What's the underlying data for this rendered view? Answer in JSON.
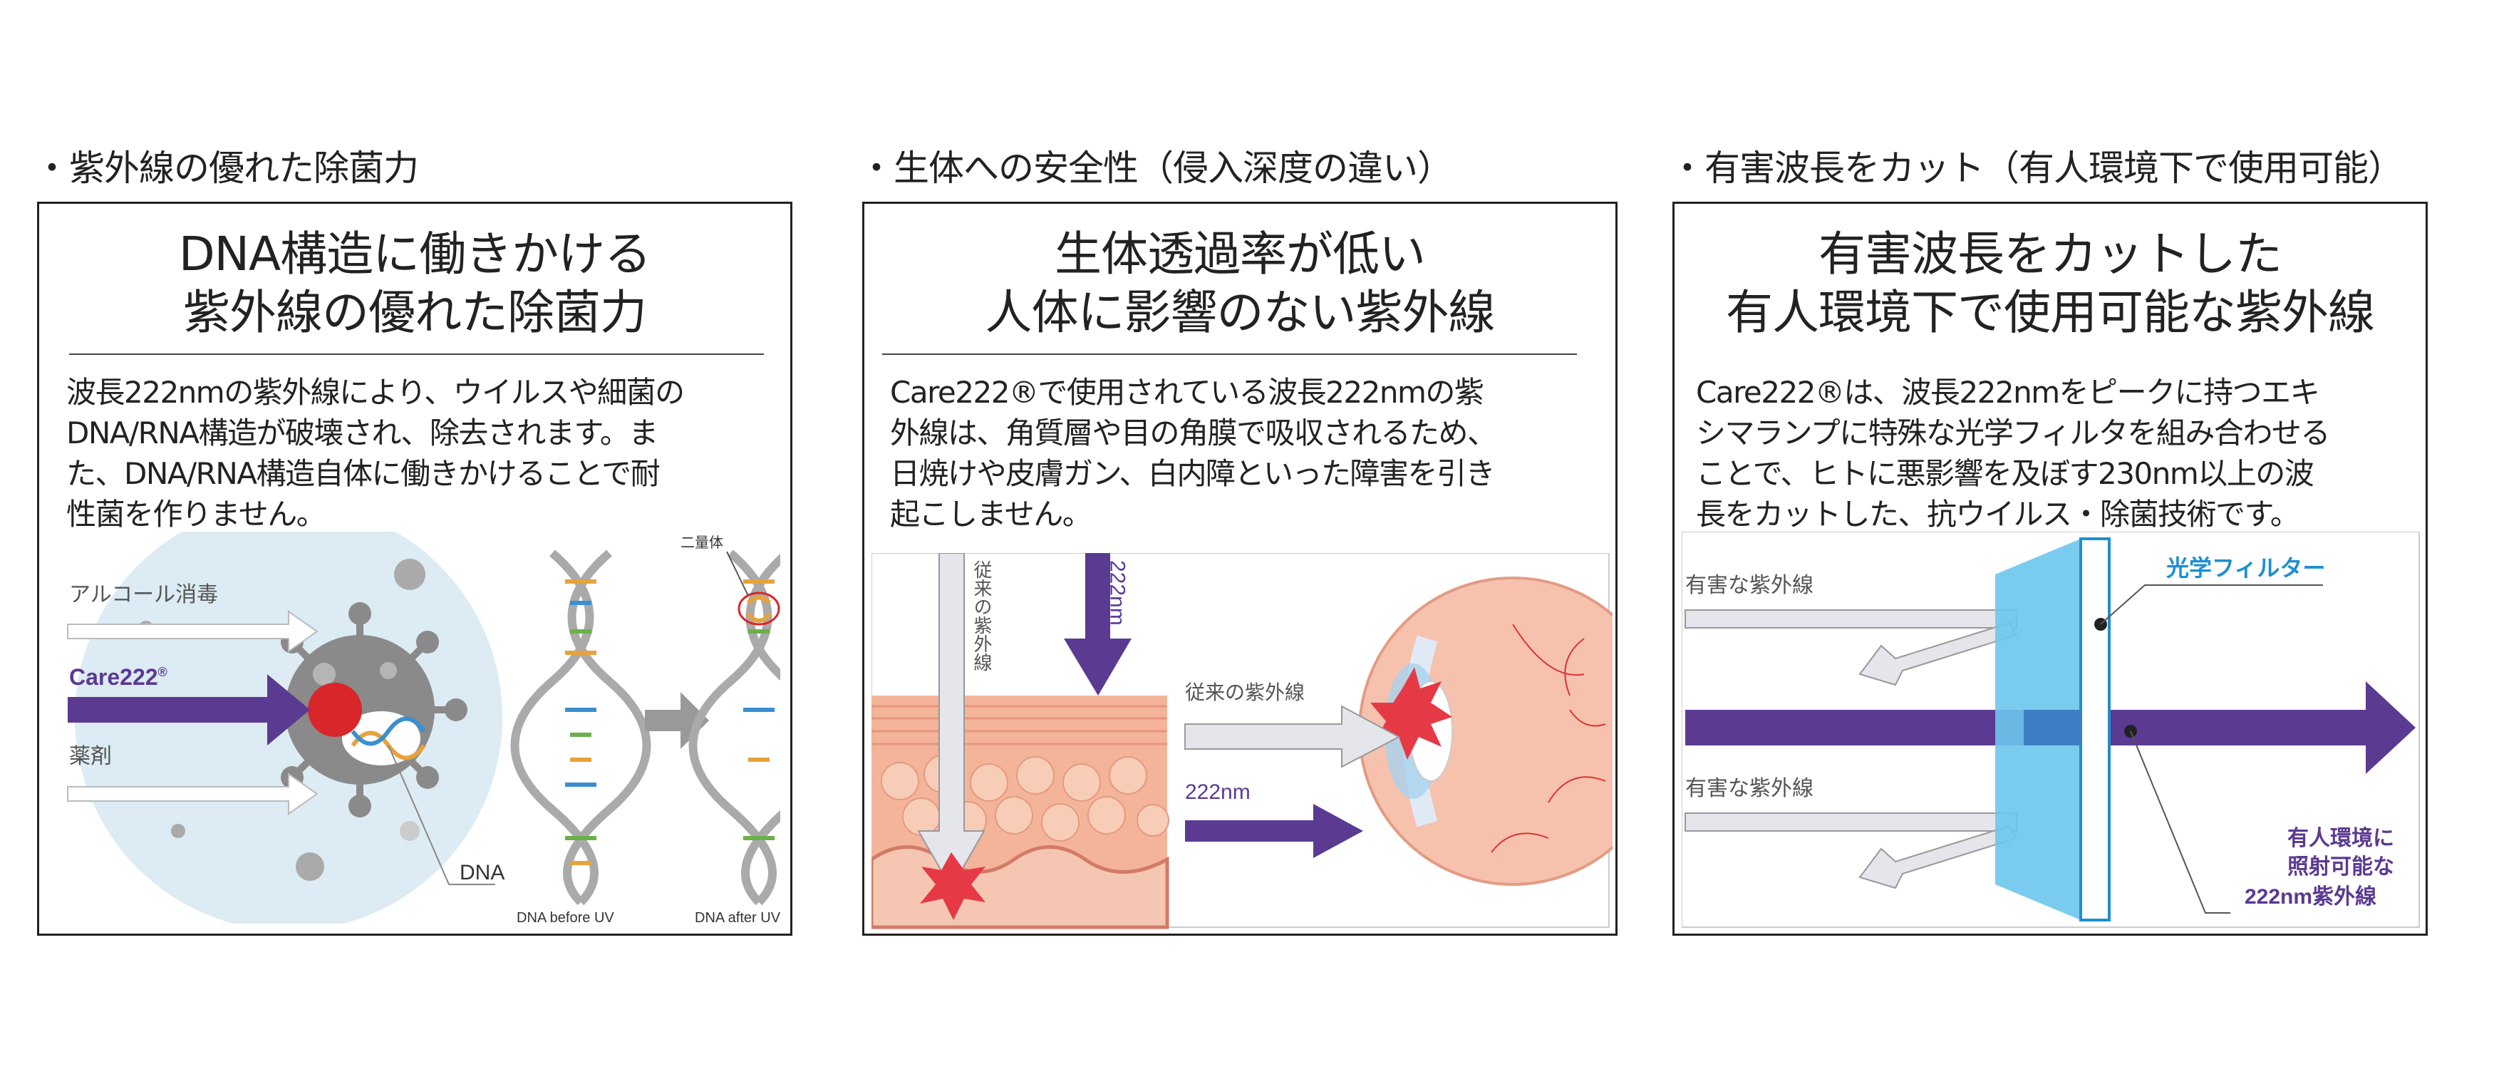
{
  "panels": [
    {
      "heading": "・紫外線の優れた除菌力",
      "title_line1": "DNA構造に働きかける",
      "title_line2": "紫外線の優れた除菌力",
      "description": [
        "波長222nmの紫外線により、ウイルスや細菌の",
        "DNA/RNA構造が破壊され、除去されます。ま",
        "た、DNA/RNA構造自体に働きかけることで耐",
        "性菌を作りません。"
      ],
      "figure": {
        "label_alcohol": "アルコール消毒",
        "label_care": "Care222",
        "label_care_mark": "®",
        "label_drug": "薬剤",
        "label_dna": "DNA",
        "label_dimer": "二量体",
        "label_before": "DNA before UV",
        "label_after": "DNA after UV"
      }
    },
    {
      "heading": "・生体への安全性（侵入深度の違い）",
      "title_line1": "生体透過率が低い",
      "title_line2": "人体に影響のない紫外線",
      "description": [
        "Care222®で使用されている波長222nmの紫",
        "外線は、角質層や目の角膜で吸収されるため、",
        "日焼けや皮膚ガン、白内障といった障害を引き",
        "起こしません。"
      ],
      "figure": {
        "label_conventional_vertical": "従来の紫外線",
        "label_222_vertical": "222nm",
        "label_conventional": "従来の紫外線",
        "label_222": "222nm"
      }
    },
    {
      "heading": "・有害波長をカット（有人環境下で使用可能）",
      "title_line1": "有害波長をカットした",
      "title_line2": "有人環境下で使用可能な紫外線",
      "description": [
        "Care222®は、波長222nmをピークに持つエキ",
        "シマランプに特殊な光学フィルタを組み合わせる",
        "ことで、ヒトに悪影響を及ぼす230nm以上の波",
        "長をカットした、抗ウイルス・除菌技術です。"
      ],
      "figure": {
        "label_harmful_top": "有害な紫外線",
        "label_harmful_bottom": "有害な紫外線",
        "label_filter": "光学フィルター",
        "label_safe_1": "有人環境に",
        "label_safe_2": "照射可能な",
        "label_safe_3": "222nm紫外線"
      }
    }
  ],
  "colors": {
    "purple": "#5b3a92",
    "light_blue_bg": "#dcebf4",
    "skin": "#f3b49a",
    "filter_blue": "#6cc6ec",
    "filter_label": "#1d8fd0",
    "virus_gray": "#8a8a8a",
    "burst_red": "#e63946"
  }
}
